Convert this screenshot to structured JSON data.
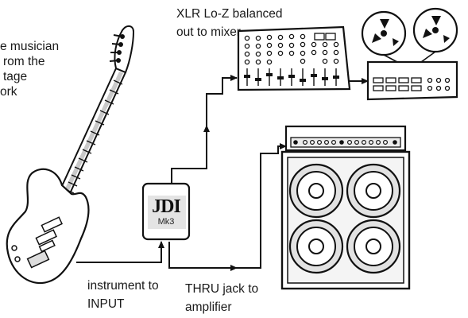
{
  "labels": {
    "xlr": [
      "XLR Lo-Z balanced",
      "out to mixer"
    ],
    "musician": [
      "e musician",
      "rom the",
      "tage",
      "ork"
    ],
    "instrument": [
      "instrument to",
      "INPUT"
    ],
    "thru": [
      "THRU jack to",
      "amplifier"
    ]
  },
  "device": {
    "brand": "JDI",
    "model": "Mk3"
  }
}
